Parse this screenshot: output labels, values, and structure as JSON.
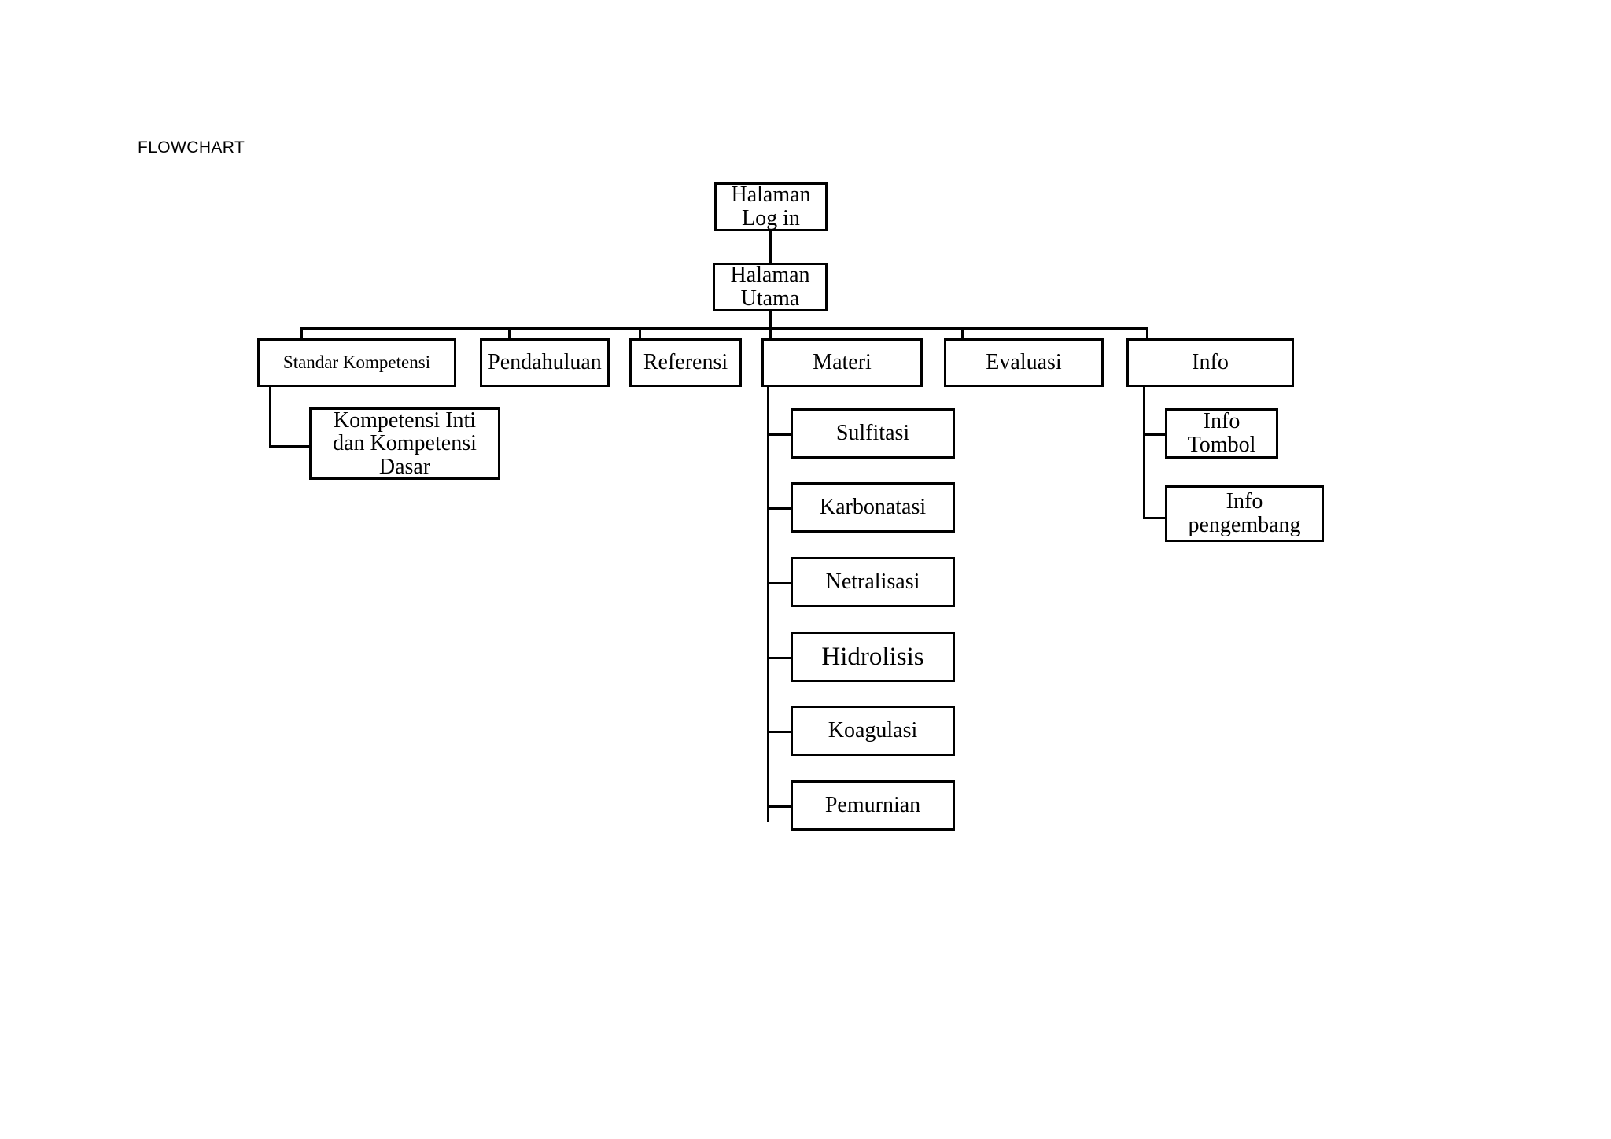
{
  "page": {
    "title": "FLOWCHART",
    "background": "#ffffff",
    "line_color": "#000000",
    "text_color": "#000000"
  },
  "chart_data": {
    "type": "diagram",
    "diagram_kind": "flowchart-tree",
    "title": "FLOWCHART",
    "root": "Halaman Log in",
    "nodes": [
      {
        "id": "login",
        "label": "Halaman\nLog in",
        "level": 0
      },
      {
        "id": "utama",
        "label": "Halaman\nUtama",
        "level": 1
      },
      {
        "id": "standar",
        "label": "Standar Kompetensi",
        "level": 2
      },
      {
        "id": "pendahuluan",
        "label": "Pendahuluan",
        "level": 2
      },
      {
        "id": "referensi",
        "label": "Referensi",
        "level": 2
      },
      {
        "id": "materi",
        "label": "Materi",
        "level": 2
      },
      {
        "id": "evaluasi",
        "label": "Evaluasi",
        "level": 2
      },
      {
        "id": "info",
        "label": "Info",
        "level": 2
      },
      {
        "id": "kikd",
        "label": "Kompetensi Inti\ndan Kompetensi\nDasar",
        "level": 3
      },
      {
        "id": "sulfitasi",
        "label": "Sulfitasi",
        "level": 3
      },
      {
        "id": "karbonatasi",
        "label": "Karbonatasi",
        "level": 3
      },
      {
        "id": "netralisasi",
        "label": "Netralisasi",
        "level": 3
      },
      {
        "id": "hidrolisis",
        "label": "Hidrolisis",
        "level": 3
      },
      {
        "id": "koagulasi",
        "label": "Koagulasi",
        "level": 3
      },
      {
        "id": "pemurnian",
        "label": "Pemurnian",
        "level": 3
      },
      {
        "id": "infotombol",
        "label": "Info\nTombol",
        "level": 3
      },
      {
        "id": "infopeng",
        "label": "Info\npengembang",
        "level": 3
      }
    ],
    "edges": [
      {
        "from": "login",
        "to": "utama"
      },
      {
        "from": "utama",
        "to": "standar"
      },
      {
        "from": "utama",
        "to": "pendahuluan"
      },
      {
        "from": "utama",
        "to": "referensi"
      },
      {
        "from": "utama",
        "to": "materi"
      },
      {
        "from": "utama",
        "to": "evaluasi"
      },
      {
        "from": "utama",
        "to": "info"
      },
      {
        "from": "standar",
        "to": "kikd"
      },
      {
        "from": "materi",
        "to": "sulfitasi"
      },
      {
        "from": "materi",
        "to": "karbonatasi"
      },
      {
        "from": "materi",
        "to": "netralisasi"
      },
      {
        "from": "materi",
        "to": "hidrolisis"
      },
      {
        "from": "materi",
        "to": "koagulasi"
      },
      {
        "from": "materi",
        "to": "pemurnian"
      },
      {
        "from": "info",
        "to": "infotombol"
      },
      {
        "from": "info",
        "to": "infopeng"
      }
    ]
  },
  "nodes": {
    "login": {
      "label": "Halaman\nLog in"
    },
    "utama": {
      "label": "Halaman\nUtama"
    },
    "standar": {
      "label": "Standar Kompetensi"
    },
    "pendahuluan": {
      "label": "Pendahuluan"
    },
    "referensi": {
      "label": "Referensi"
    },
    "materi": {
      "label": "Materi"
    },
    "evaluasi": {
      "label": "Evaluasi"
    },
    "info": {
      "label": "Info"
    },
    "kikd": {
      "label": "Kompetensi Inti\ndan Kompetensi\nDasar"
    },
    "sulfitasi": {
      "label": "Sulfitasi"
    },
    "karbonatasi": {
      "label": "Karbonatasi"
    },
    "netralisasi": {
      "label": "Netralisasi"
    },
    "hidrolisis": {
      "label": "Hidrolisis"
    },
    "koagulasi": {
      "label": "Koagulasi"
    },
    "pemurnian": {
      "label": "Pemurnian"
    },
    "infotombol": {
      "label": "Info\nTombol"
    },
    "infopeng": {
      "label": "Info\npengembang"
    }
  }
}
